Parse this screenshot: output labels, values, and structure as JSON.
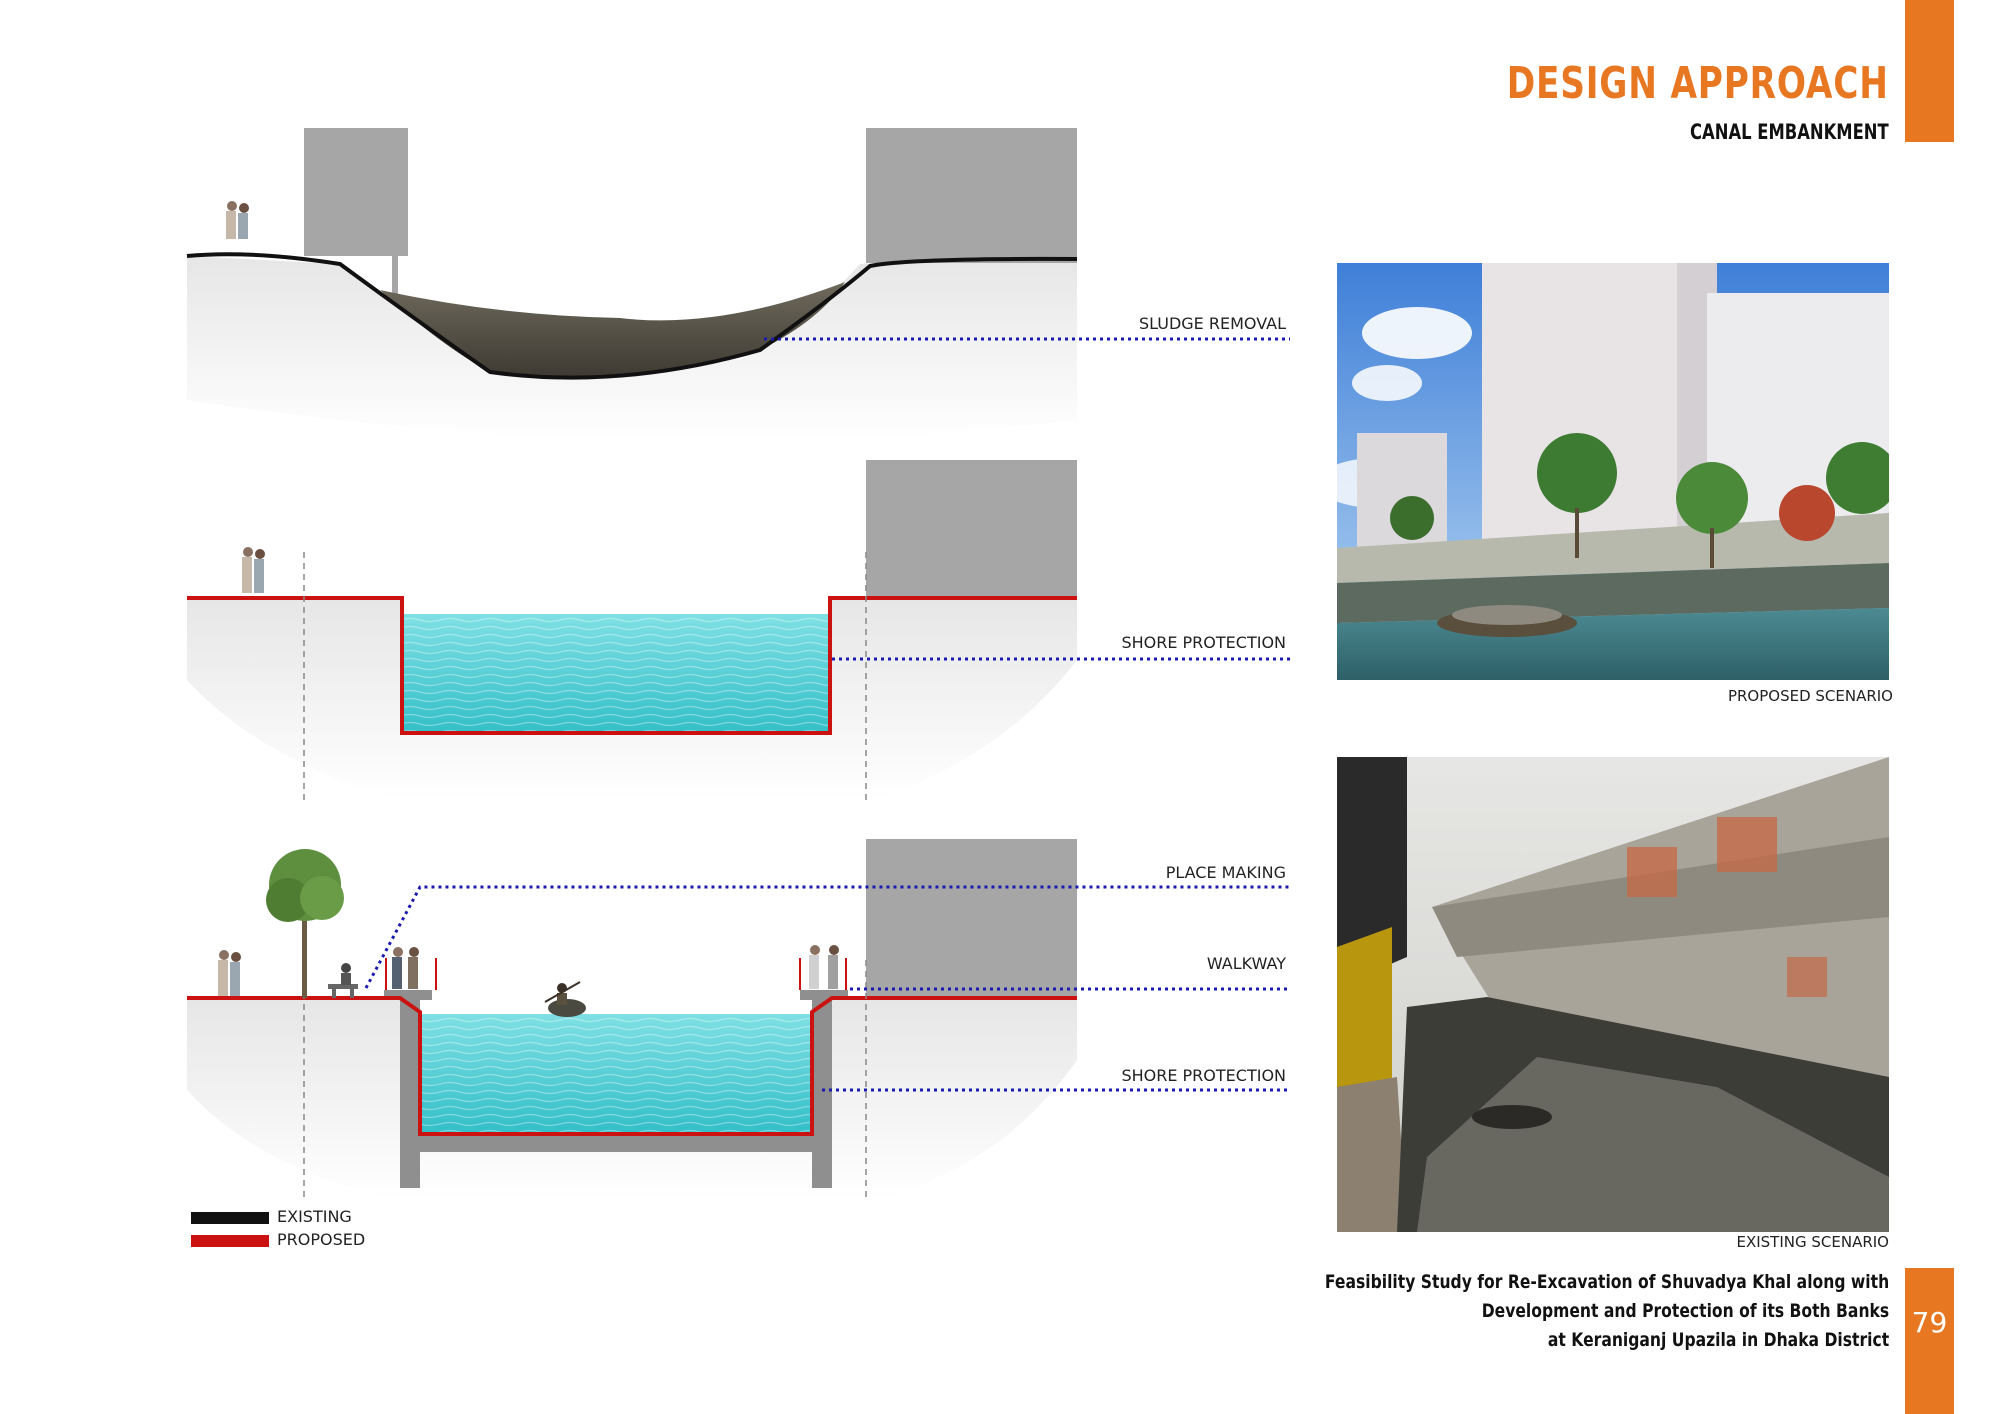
{
  "header": {
    "title": "DESIGN APPROACH",
    "subtitle": "CANAL EMBANKMENT"
  },
  "annotations": {
    "sludge_removal": "SLUDGE REMOVAL",
    "shore_protection_1": "SHORE PROTECTION",
    "place_making": "PLACE MAKING",
    "walkway": "WALKWAY",
    "shore_protection_2": "SHORE PROTECTION"
  },
  "legend": {
    "existing": "EXISTING",
    "proposed": "PROPOSED"
  },
  "photos": {
    "proposed_caption": "PROPOSED SCENARIO",
    "existing_caption": "EXISTING SCENARIO"
  },
  "footer": {
    "line1": "Feasibility Study for Re-Excavation of Shuvadya Khal along with",
    "line2": "Development and Protection of its Both Banks",
    "line3": "at Keraniganj Upazila in Dhaka District"
  },
  "page_number": "79",
  "colors": {
    "accent": "#e87722",
    "proposed_line": "#cc1111",
    "existing_line": "#111111",
    "leader_line": "#1a1ab0",
    "water": "#3cc9d0",
    "building": "#a6a6a6"
  }
}
